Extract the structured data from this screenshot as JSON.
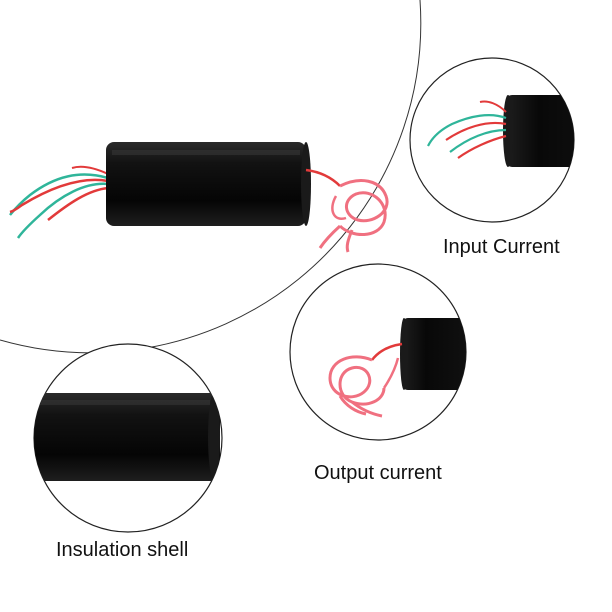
{
  "captions": {
    "input": "Input Current",
    "output": "Output current",
    "shell": "Insulation shell"
  },
  "colors": {
    "body": "#0c0c0c",
    "wire_red": "#e23a3a",
    "wire_green": "#2fb59a",
    "wire_pink": "#f07080",
    "outline": "#222222"
  }
}
